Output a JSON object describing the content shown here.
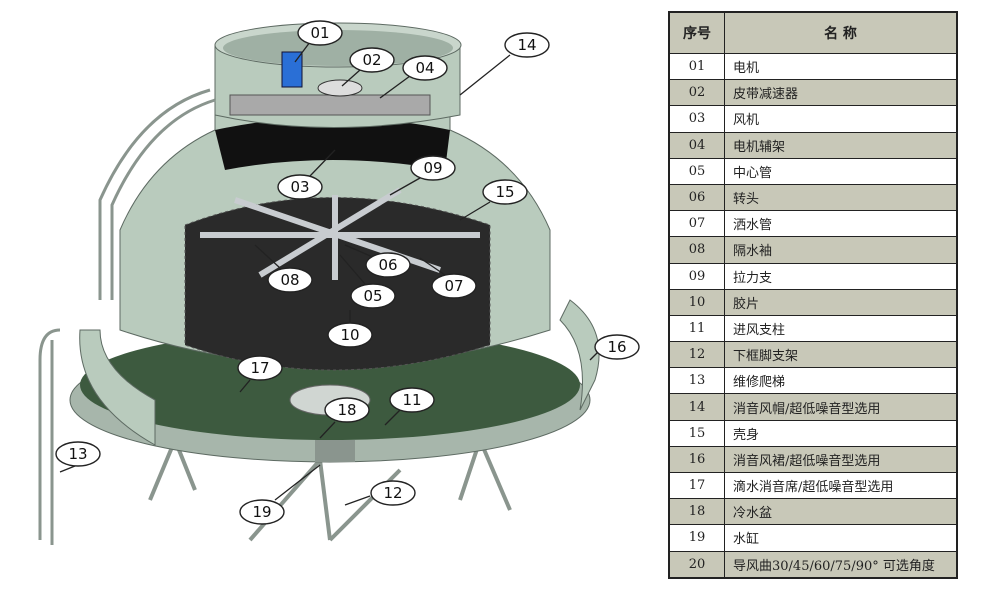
{
  "table": {
    "header": {
      "no": "序号",
      "name": "名 称"
    },
    "rows": [
      {
        "no": "01",
        "name": "电机"
      },
      {
        "no": "02",
        "name": "皮带减速器"
      },
      {
        "no": "03",
        "name": "风机"
      },
      {
        "no": "04",
        "name": "电机辅架"
      },
      {
        "no": "05",
        "name": "中心管"
      },
      {
        "no": "06",
        "name": "转头"
      },
      {
        "no": "07",
        "name": "洒水管"
      },
      {
        "no": "08",
        "name": "隔水袖"
      },
      {
        "no": "09",
        "name": "拉力支"
      },
      {
        "no": "10",
        "name": "胶片"
      },
      {
        "no": "11",
        "name": "进风支柱"
      },
      {
        "no": "12",
        "name": "下框脚支架"
      },
      {
        "no": "13",
        "name": "维修爬梯"
      },
      {
        "no": "14",
        "name": "消音风帽/超低噪音型选用"
      },
      {
        "no": "15",
        "name": "壳身"
      },
      {
        "no": "16",
        "name": "消音风裙/超低噪音型选用"
      },
      {
        "no": "17",
        "name": "滴水消音席/超低噪音型选用"
      },
      {
        "no": "18",
        "name": "冷水盆"
      },
      {
        "no": "19",
        "name": "水缸"
      },
      {
        "no": "20",
        "name": "导风曲30/45/60/75/90° 可选角度"
      }
    ]
  },
  "callouts": [
    "01",
    "02",
    "03",
    "04",
    "05",
    "06",
    "07",
    "08",
    "09",
    "10",
    "11",
    "12",
    "13",
    "14",
    "15",
    "16",
    "17",
    "18",
    "19"
  ],
  "colors": {
    "shell": "#b9cbbd",
    "fill": "#2a2a2a",
    "header": "#c8c8b8"
  }
}
